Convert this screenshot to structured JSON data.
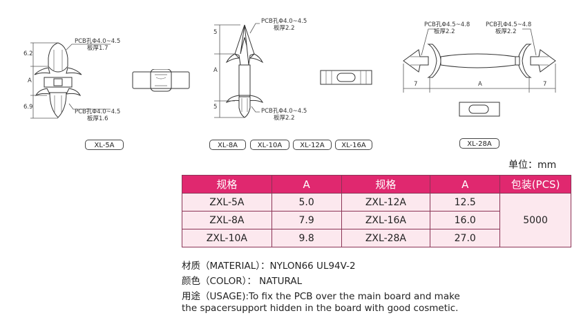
{
  "diagrams": {
    "xl5a": {
      "note_top": [
        "PCB孔Φ4.0~4.5",
        "板厚1.7"
      ],
      "note_bottom": [
        "PCB孔Φ4.0~4.5",
        "板厚1.6"
      ],
      "dim_top": "6.2",
      "dim_mid": "A",
      "dim_bottom": "6.9",
      "tag": "XL-5A"
    },
    "xl8a": {
      "note_top": [
        "PCB孔Φ4.0~4.5",
        "板厚2.2"
      ],
      "note_bottom": [
        "PCB孔Φ4.0~4.5",
        "板厚2.2"
      ],
      "dim_top": "5",
      "dim_mid": "A",
      "dim_bottom": "5",
      "tags": [
        "XL-8A",
        "XL-10A",
        "XL-12A",
        "XL-16A"
      ]
    },
    "xl28a": {
      "note_left": [
        "PCB孔Φ4.5~4.8",
        "板厚2.2"
      ],
      "note_right": [
        "PCB孔Φ4.5~4.8",
        "板厚2.2"
      ],
      "dim_left": "7",
      "dim_mid": "A",
      "dim_right": "7",
      "tag": "XL-28A"
    }
  },
  "unit_label": "单位：mm",
  "table": {
    "headers": [
      "规格",
      "A",
      "规格",
      "A",
      "包装(PCS)"
    ],
    "rows": [
      [
        "ZXL-5A",
        "5.0",
        "ZXL-12A",
        "12.5"
      ],
      [
        "ZXL-8A",
        "7.9",
        "ZXL-16A",
        "16.0"
      ],
      [
        "ZXL-10A",
        "9.8",
        "ZXL-28A",
        "27.0"
      ]
    ],
    "packaging": "5000"
  },
  "description": {
    "material": "材质（MATERIAL）：NYLON66 UL94V-2",
    "color": "颜色（COLOR）：  NATURAL",
    "usage_1": "用途（USAGE):To fix the PCB over the main board and make",
    "usage_2": "the spacersupport hidden in the board with good cosmetic."
  }
}
